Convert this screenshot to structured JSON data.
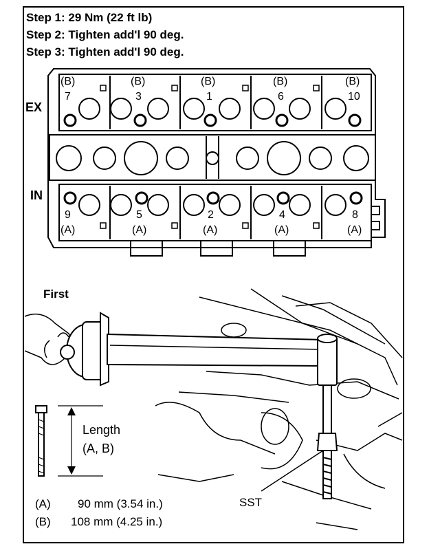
{
  "steps": [
    "Step 1: 29 Nm (22 ft lb)",
    "Step 2: Tighten add'l 90 deg.",
    "Step 3: Tighten add'l 90 deg."
  ],
  "rows": {
    "exhaust_label": "EX",
    "intake_label": "IN"
  },
  "exhaust_bolts": [
    {
      "group": "(B)",
      "number": "7"
    },
    {
      "group": "(B)",
      "number": "3"
    },
    {
      "group": "(B)",
      "number": "1"
    },
    {
      "group": "(B)",
      "number": "6"
    },
    {
      "group": "(B)",
      "number": "10"
    }
  ],
  "intake_bolts": [
    {
      "group": "(A)",
      "number": "9"
    },
    {
      "group": "(A)",
      "number": "5"
    },
    {
      "group": "(A)",
      "number": "2"
    },
    {
      "group": "(A)",
      "number": "4"
    },
    {
      "group": "(A)",
      "number": "8"
    }
  ],
  "lower": {
    "first_label": "First",
    "length_label": "Length",
    "length_groups": "(A, B)",
    "sst_label": "SST"
  },
  "legend": [
    {
      "key": "(A)",
      "value": "90 mm (3.54 in.)"
    },
    {
      "key": "(B)",
      "value": "108 mm (4.25 in.)"
    }
  ]
}
